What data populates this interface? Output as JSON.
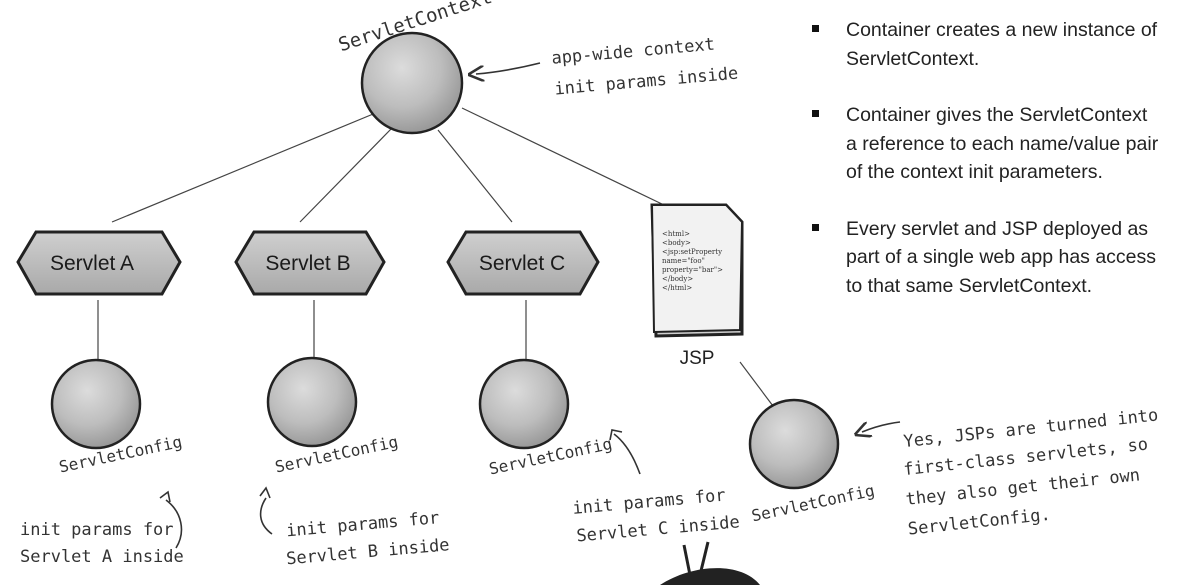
{
  "servlet_context": {
    "label": "ServletContext",
    "note_line1": "app-wide context",
    "note_line2": "init params inside"
  },
  "servlets": [
    {
      "label": "Servlet A",
      "config_label": "ServletConfig",
      "note_line1": "init params for",
      "note_line2": "Servlet A inside"
    },
    {
      "label": "Servlet B",
      "config_label": "ServletConfig",
      "note_line1": "init params for",
      "note_line2": "Servlet B inside"
    },
    {
      "label": "Servlet C",
      "config_label": "ServletConfig",
      "note_line1": "init params for",
      "note_line2": "Servlet C inside"
    }
  ],
  "jsp": {
    "label": "JSP",
    "code_lines": [
      "<html>",
      "<body>",
      "<jsp:setProperty",
      "name=\"foo\"",
      "property=\"bar\">",
      "</body>",
      "</html>"
    ],
    "config_label": "ServletConfig",
    "note_lines": [
      "Yes, JSPs are turned into",
      "first-class servlets, so",
      "they also get their own",
      "ServletConfig."
    ]
  },
  "bullets": [
    "Container creates a new instance of ServletContext.",
    "Container gives the ServletContext a reference to each name/value pair of the context init parameters.",
    "Every servlet and JSP deployed as part of a single web app has access to that same ServletContext."
  ]
}
